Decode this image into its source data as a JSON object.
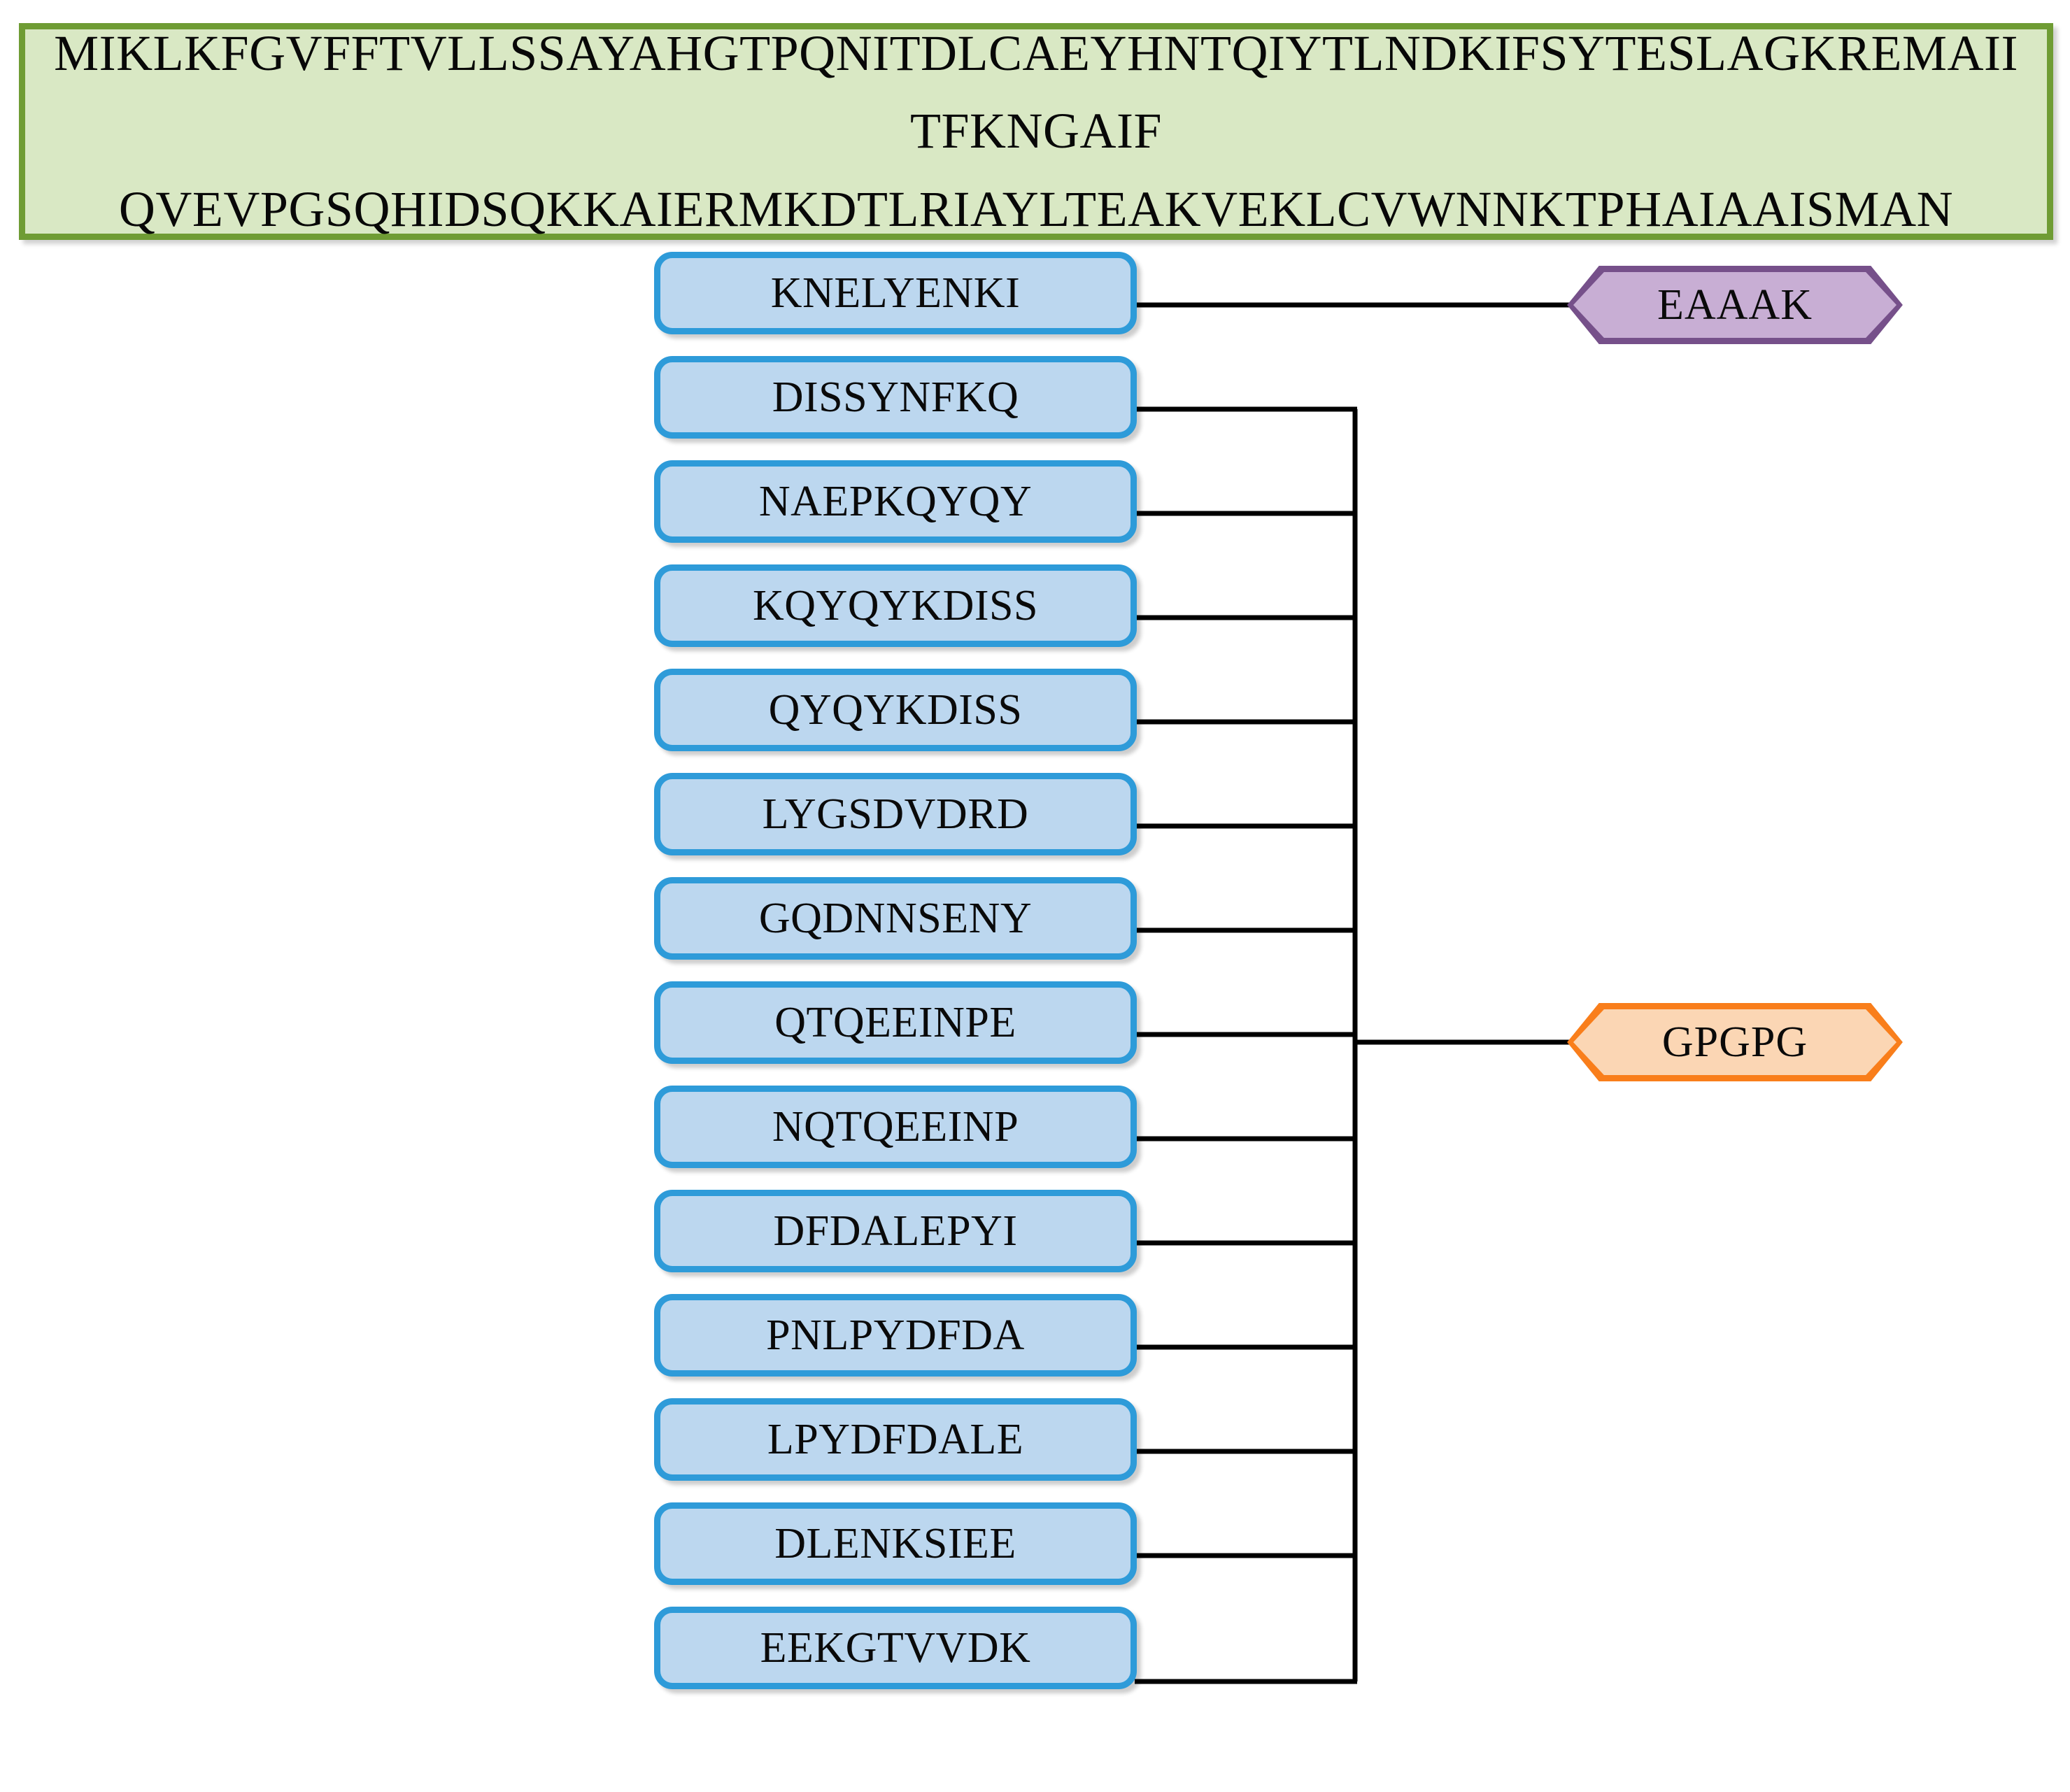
{
  "figure": {
    "type": "vaccine-construct-diagram",
    "colors": {
      "sequence_panel_fill": "#d9e8c4",
      "sequence_panel_border": "#6f9c34",
      "epitope_fill": "#bcd7ef",
      "epitope_border": "#2e9bd9",
      "eaaak_fill": "#c8aed4",
      "eaaak_border": "#76508a",
      "gpgpg_fill": "#fbd6b4",
      "gpgpg_border": "#f97e1b",
      "connector": "#000000"
    }
  },
  "sequence_panel": {
    "name": "protein-sequence",
    "lines": [
      "MIKLKFGVFFTVLLSSAYAHGTPQNITDLCAEYHNTQIYTLNDKIFSYTESLAGKREMAIITFKNGAIF",
      "QVEVPGSQHIDSQKKAIERMKDTLRIAYLTEAKVEKLCVWNNKTPHAIAAISMAN"
    ]
  },
  "linkers": [
    {
      "id": "eaaak",
      "label": "EAAAK",
      "fill": "#c8aed4",
      "border": "#76508a"
    },
    {
      "id": "gpgpg",
      "label": "GPGPG",
      "fill": "#fbd6b4",
      "border": "#f97e1b"
    }
  ],
  "epitopes": [
    {
      "label": "KNELYENKI",
      "linker": "EAAAK"
    },
    {
      "label": "DISSYNFKQ",
      "linker": "GPGPG"
    },
    {
      "label": "NAEPKQYQY",
      "linker": "GPGPG"
    },
    {
      "label": "KQYQYKDISS",
      "linker": "GPGPG"
    },
    {
      "label": "QYQYKDISS",
      "linker": "GPGPG"
    },
    {
      "label": "LYGSDVDRD",
      "linker": "GPGPG"
    },
    {
      "label": "GQDNNSENY",
      "linker": "GPGPG"
    },
    {
      "label": "QTQEEINPE",
      "linker": "GPGPG"
    },
    {
      "label": "NQTQEEINP",
      "linker": "GPGPG"
    },
    {
      "label": "DFDALEPYI",
      "linker": "GPGPG"
    },
    {
      "label": "PNLPYDFDA",
      "linker": "GPGPG"
    },
    {
      "label": "LPYDFDALE",
      "linker": "GPGPG"
    },
    {
      "label": "DLENKSIEE",
      "linker": "GPGPG"
    },
    {
      "label": "EEKGTVVDK",
      "linker": "GPGPG"
    }
  ]
}
